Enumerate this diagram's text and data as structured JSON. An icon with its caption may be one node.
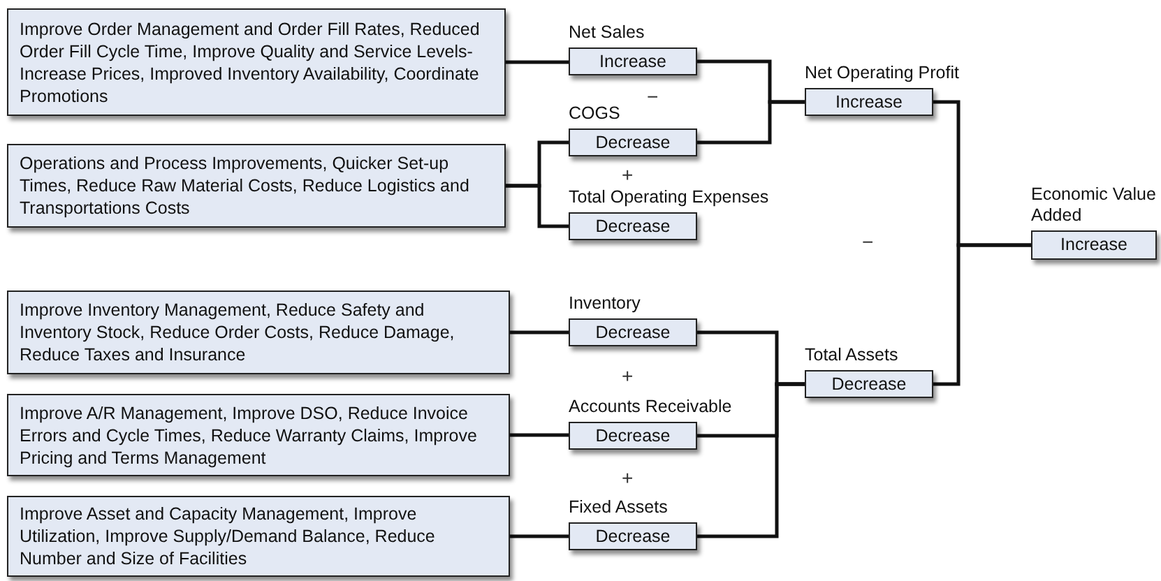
{
  "diagram": {
    "nodes": [
      {
        "text": [
          "Improve Order Management and Order Fill Rates, Reduced Order Fill Cycle Time, Improve Quality and Service Levels-Increase Prices, Improved Inventory Availability, Coordinate Promotions"
        ]
      },
      {
        "text": [
          "Net Sales",
          "Increase"
        ]
      },
      {
        "text": [
          "COGS",
          "Decrease"
        ]
      },
      {
        "text": [
          "Operations and Process Improvements, Quicker Set-up Times, Reduce Raw Material Costs, Reduce Logistics and Transportations Costs"
        ]
      },
      {
        "text": [
          "Total Operating Expenses",
          "Decrease"
        ]
      },
      {
        "text": [
          "Net Operating Profit",
          "Increase"
        ]
      },
      {
        "text": [
          "Economic Value Added",
          "Increase"
        ]
      },
      {
        "text": [
          "Improve Inventory Management, Reduce Safety and Inventory Stock, Reduce Order Costs, Reduce Damage, Reduce Taxes and Insurance"
        ]
      },
      {
        "text": [
          "Inventory",
          "Decrease"
        ]
      },
      {
        "text": [
          "Improve A/R Management, Improve DSO, Reduce Invoice Errors and Cycle Times, Reduce Warranty Claims, Improve Pricing and Terms Management"
        ]
      },
      {
        "text": [
          "Accounts Receivable",
          "Decrease"
        ]
      },
      {
        "text": [
          "Improve Asset and Capacity Management, Improve Utilization, Improve Supply/Demand Balance, Reduce Number and Size of Facilities"
        ]
      },
      {
        "text": [
          "Fixed Assets",
          "Decrease"
        ]
      },
      {
        "text": [
          "Total Assets",
          "Decrease"
        ]
      }
    ],
    "edges": [
      {
        "from": 0,
        "to": 1,
        "arrow": "none"
      },
      {
        "from": 3,
        "to": 2,
        "arrow": "none"
      },
      {
        "from": 3,
        "to": 4,
        "arrow": "none"
      },
      {
        "from": 1,
        "to": 5,
        "arrow": "none"
      },
      {
        "from": 2,
        "to": 5,
        "arrow": "none"
      },
      {
        "from": 5,
        "to": 6,
        "arrow": "none"
      },
      {
        "from": 13,
        "to": 6,
        "arrow": "none"
      },
      {
        "from": 7,
        "to": 8,
        "arrow": "none"
      },
      {
        "from": 9,
        "to": 10,
        "arrow": "none"
      },
      {
        "from": 11,
        "to": 12,
        "arrow": "none"
      },
      {
        "from": 8,
        "to": 13,
        "arrow": "none"
      },
      {
        "from": 10,
        "to": 13,
        "arrow": "none"
      },
      {
        "from": 12,
        "to": 13,
        "arrow": "none"
      }
    ],
    "labels": [
      "−",
      "+",
      "−",
      "+",
      "+"
    ]
  }
}
